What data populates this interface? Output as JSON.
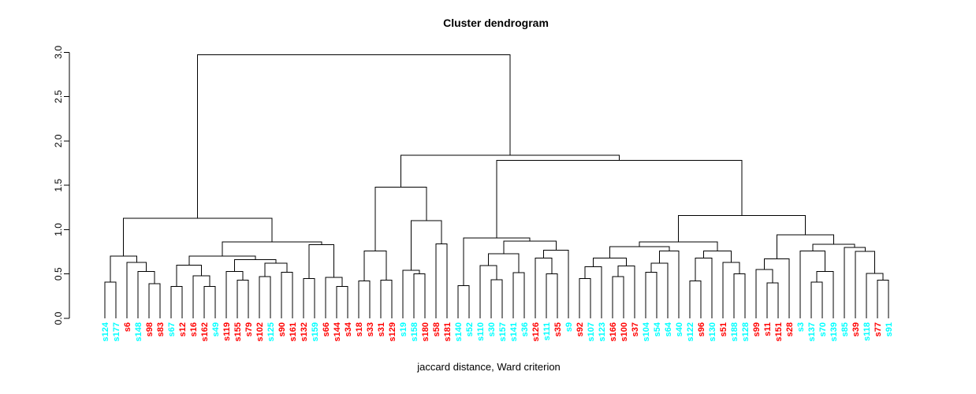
{
  "chart_data": {
    "type": "dendrogram",
    "title": "Cluster dendrogram",
    "xlabel": "jaccard distance, Ward criterion",
    "ylabel": "",
    "ylim": [
      0,
      3.0
    ],
    "yticks": [
      "0.0",
      "0.5",
      "1.0",
      "1.5",
      "2.0",
      "2.5",
      "3.0"
    ],
    "root_height": 2.97,
    "grid": "off",
    "colors": {
      "cyan": "#00ffff",
      "red": "#ff0000",
      "line": "#000000"
    },
    "leaves": [
      {
        "label": "s124",
        "color": "cyan"
      },
      {
        "label": "s177",
        "color": "cyan"
      },
      {
        "label": "s6",
        "color": "red"
      },
      {
        "label": "s148",
        "color": "cyan"
      },
      {
        "label": "s98",
        "color": "red"
      },
      {
        "label": "s83",
        "color": "red"
      },
      {
        "label": "s67",
        "color": "cyan"
      },
      {
        "label": "s12",
        "color": "red"
      },
      {
        "label": "s16",
        "color": "red"
      },
      {
        "label": "s162",
        "color": "red"
      },
      {
        "label": "s49",
        "color": "cyan"
      },
      {
        "label": "s119",
        "color": "red"
      },
      {
        "label": "s155",
        "color": "red"
      },
      {
        "label": "s79",
        "color": "red"
      },
      {
        "label": "s102",
        "color": "red"
      },
      {
        "label": "s125",
        "color": "cyan"
      },
      {
        "label": "s90",
        "color": "red"
      },
      {
        "label": "s161",
        "color": "red"
      },
      {
        "label": "s132",
        "color": "red"
      },
      {
        "label": "s159",
        "color": "cyan"
      },
      {
        "label": "s66",
        "color": "red"
      },
      {
        "label": "s144",
        "color": "red"
      },
      {
        "label": "s34",
        "color": "red"
      },
      {
        "label": "s18",
        "color": "red"
      },
      {
        "label": "s33",
        "color": "red"
      },
      {
        "label": "s31",
        "color": "red"
      },
      {
        "label": "s129",
        "color": "red"
      },
      {
        "label": "s19",
        "color": "cyan"
      },
      {
        "label": "s158",
        "color": "cyan"
      },
      {
        "label": "s180",
        "color": "red"
      },
      {
        "label": "s58",
        "color": "red"
      },
      {
        "label": "s181",
        "color": "red"
      },
      {
        "label": "s140",
        "color": "cyan"
      },
      {
        "label": "s52",
        "color": "cyan"
      },
      {
        "label": "s110",
        "color": "cyan"
      },
      {
        "label": "s30",
        "color": "cyan"
      },
      {
        "label": "s157",
        "color": "cyan"
      },
      {
        "label": "s141",
        "color": "cyan"
      },
      {
        "label": "s36",
        "color": "cyan"
      },
      {
        "label": "s126",
        "color": "red"
      },
      {
        "label": "s111",
        "color": "cyan"
      },
      {
        "label": "s35",
        "color": "red"
      },
      {
        "label": "s9",
        "color": "cyan"
      },
      {
        "label": "s92",
        "color": "red"
      },
      {
        "label": "s107",
        "color": "cyan"
      },
      {
        "label": "s123",
        "color": "cyan"
      },
      {
        "label": "s166",
        "color": "red"
      },
      {
        "label": "s100",
        "color": "red"
      },
      {
        "label": "s37",
        "color": "red"
      },
      {
        "label": "s104",
        "color": "cyan"
      },
      {
        "label": "s54",
        "color": "cyan"
      },
      {
        "label": "s64",
        "color": "cyan"
      },
      {
        "label": "s40",
        "color": "cyan"
      },
      {
        "label": "s122",
        "color": "cyan"
      },
      {
        "label": "s96",
        "color": "red"
      },
      {
        "label": "s130",
        "color": "cyan"
      },
      {
        "label": "s51",
        "color": "red"
      },
      {
        "label": "s188",
        "color": "cyan"
      },
      {
        "label": "s128",
        "color": "cyan"
      },
      {
        "label": "s99",
        "color": "red"
      },
      {
        "label": "s11",
        "color": "red"
      },
      {
        "label": "s151",
        "color": "red"
      },
      {
        "label": "s28",
        "color": "red"
      },
      {
        "label": "s3",
        "color": "cyan"
      },
      {
        "label": "s137",
        "color": "cyan"
      },
      {
        "label": "s70",
        "color": "cyan"
      },
      {
        "label": "s139",
        "color": "cyan"
      },
      {
        "label": "s85",
        "color": "cyan"
      },
      {
        "label": "s39",
        "color": "red"
      },
      {
        "label": "s118",
        "color": "cyan"
      },
      {
        "label": "s77",
        "color": "red"
      },
      {
        "label": "s91",
        "color": "cyan"
      }
    ],
    "tree": {
      "h": 2.97,
      "c": [
        {
          "h": 1.13,
          "c": [
            {
              "h": 0.7,
              "c": [
                {
                  "h": 0.41,
                  "c": [
                    0,
                    1
                  ]
                },
                {
                  "h": 0.63,
                  "c": [
                    2,
                    {
                      "h": 0.53,
                      "c": [
                        3,
                        {
                          "h": 0.39,
                          "c": [
                            4,
                            5
                          ]
                        }
                      ]
                    }
                  ]
                }
              ]
            },
            {
              "h": 0.86,
              "c": [
                {
                  "h": 0.7,
                  "c": [
                    {
                      "h": 0.6,
                      "c": [
                        {
                          "h": 0.36,
                          "c": [
                            6,
                            7
                          ]
                        },
                        {
                          "h": 0.48,
                          "c": [
                            8,
                            {
                              "h": 0.36,
                              "c": [
                                9,
                                10
                              ]
                            }
                          ]
                        }
                      ]
                    },
                    {
                      "h": 0.66,
                      "c": [
                        {
                          "h": 0.53,
                          "c": [
                            11,
                            {
                              "h": 0.43,
                              "c": [
                                12,
                                13
                              ]
                            }
                          ]
                        },
                        {
                          "h": 0.62,
                          "c": [
                            {
                              "h": 0.47,
                              "c": [
                                14,
                                15
                              ]
                            },
                            {
                              "h": 0.52,
                              "c": [
                                16,
                                17
                              ]
                            }
                          ]
                        }
                      ]
                    }
                  ]
                },
                {
                  "h": 0.83,
                  "c": [
                    {
                      "h": 0.45,
                      "c": [
                        18,
                        19
                      ]
                    },
                    {
                      "h": 0.46,
                      "c": [
                        20,
                        {
                          "h": 0.36,
                          "c": [
                            21,
                            22
                          ]
                        }
                      ]
                    }
                  ]
                }
              ]
            }
          ]
        },
        {
          "h": 1.84,
          "c": [
            {
              "h": 1.48,
              "c": [
                {
                  "h": 0.76,
                  "c": [
                    {
                      "h": 0.42,
                      "c": [
                        23,
                        24
                      ]
                    },
                    {
                      "h": 0.43,
                      "c": [
                        25,
                        26
                      ]
                    }
                  ]
                },
                {
                  "h": 1.1,
                  "c": [
                    {
                      "h": 0.54,
                      "c": [
                        27,
                        {
                          "h": 0.5,
                          "c": [
                            28,
                            29
                          ]
                        }
                      ]
                    },
                    {
                      "h": 0.84,
                      "c": [
                        30,
                        31
                      ]
                    }
                  ]
                }
              ]
            },
            {
              "h": 1.78,
              "c": [
                {
                  "h": 0.905,
                  "c": [
                    {
                      "h": 0.37,
                      "c": [
                        32,
                        33
                      ]
                    },
                    {
                      "h": 0.87,
                      "c": [
                        {
                          "h": 0.73,
                          "c": [
                            {
                              "h": 0.595,
                              "c": [
                                34,
                                {
                                  "h": 0.435,
                                  "c": [
                                    35,
                                    36
                                  ]
                                }
                              ]
                            },
                            {
                              "h": 0.515,
                              "c": [
                                37,
                                38
                              ]
                            }
                          ]
                        },
                        {
                          "h": 0.77,
                          "c": [
                            {
                              "h": 0.68,
                              "c": [
                                39,
                                {
                                  "h": 0.5,
                                  "c": [
                                    40,
                                    41
                                  ]
                                }
                              ]
                            },
                            42
                          ]
                        }
                      ]
                    }
                  ]
                },
                {
                  "h": 1.16,
                  "c": [
                    {
                      "h": 0.86,
                      "c": [
                        {
                          "h": 0.81,
                          "c": [
                            {
                              "h": 0.68,
                              "c": [
                                {
                                  "h": 0.58,
                                  "c": [
                                    {
                                      "h": 0.45,
                                      "c": [
                                        43,
                                        44
                                      ]
                                    },
                                    45
                                  ]
                                },
                                {
                                  "h": 0.59,
                                  "c": [
                                    {
                                      "h": 0.47,
                                      "c": [
                                        46,
                                        47
                                      ]
                                    },
                                    48
                                  ]
                                }
                              ]
                            },
                            {
                              "h": 0.76,
                              "c": [
                                {
                                  "h": 0.62,
                                  "c": [
                                    {
                                      "h": 0.52,
                                      "c": [
                                        49,
                                        50
                                      ]
                                    },
                                    51
                                  ]
                                },
                                52
                              ]
                            }
                          ]
                        },
                        {
                          "h": 0.76,
                          "c": [
                            {
                              "h": 0.68,
                              "c": [
                                {
                                  "h": 0.42,
                                  "c": [
                                    53,
                                    54
                                  ]
                                },
                                55
                              ]
                            },
                            {
                              "h": 0.63,
                              "c": [
                                56,
                                {
                                  "h": 0.5,
                                  "c": [
                                    57,
                                    58
                                  ]
                                }
                              ]
                            }
                          ]
                        }
                      ]
                    },
                    {
                      "h": 0.94,
                      "c": [
                        {
                          "h": 0.67,
                          "c": [
                            {
                              "h": 0.55,
                              "c": [
                                59,
                                {
                                  "h": 0.4,
                                  "c": [
                                    60,
                                    61
                                  ]
                                }
                              ]
                            },
                            62
                          ]
                        },
                        {
                          "h": 0.835,
                          "c": [
                            {
                              "h": 0.76,
                              "c": [
                                63,
                                {
                                  "h": 0.53,
                                  "c": [
                                    {
                                      "h": 0.41,
                                      "c": [
                                        64,
                                        65
                                      ]
                                    },
                                    66
                                  ]
                                }
                              ]
                            },
                            {
                              "h": 0.8,
                              "c": [
                                67,
                                {
                                  "h": 0.755,
                                  "c": [
                                    68,
                                    {
                                      "h": 0.505,
                                      "c": [
                                        69,
                                        {
                                          "h": 0.43,
                                          "c": [
                                            70,
                                            71
                                          ]
                                        }
                                      ]
                                    }
                                  ]
                                }
                              ]
                            }
                          ]
                        }
                      ]
                    }
                  ]
                }
              ]
            }
          ]
        }
      ]
    }
  }
}
